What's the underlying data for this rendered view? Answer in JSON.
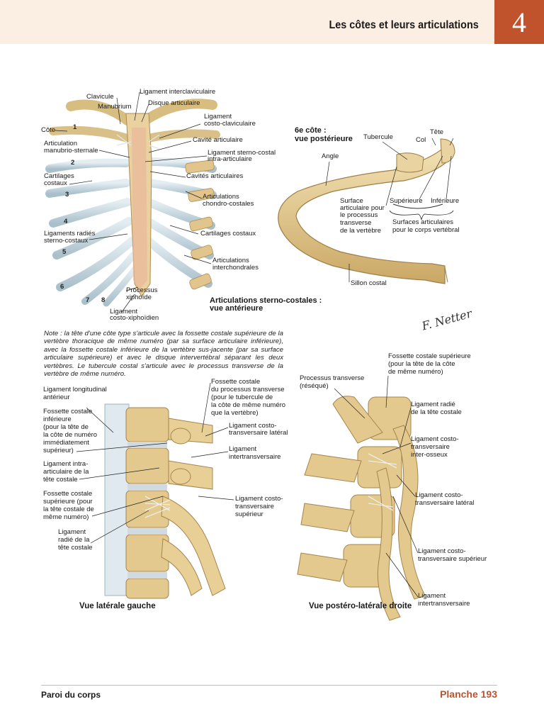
{
  "header": {
    "title": "Les côtes et leurs articulations",
    "chapter": "4"
  },
  "colors": {
    "accent": "#c0532b",
    "header_band": "#fbeee3",
    "bone": "#e7cf98",
    "cartilage": "#c6d7df",
    "ligament": "#eef2f4"
  },
  "figure_top_left": {
    "subtitle_l1": "Articulations sterno-costales :",
    "subtitle_l2": "vue antérieure",
    "labels": {
      "lig_interclav": "Ligament interclaviculaire",
      "clavicule": "Clavicule",
      "manubrium": "Manubrium",
      "disque": "Disque articulaire",
      "costo_clav_l1": "Ligament",
      "costo_clav_l2": "costo-claviculaire",
      "cote": "Côte",
      "art_manub_l1": "Articulation",
      "art_manub_l2": "manubrio-sternale",
      "cavite": "Cavité articulaire",
      "lig_intra_l1": "Ligament sterno-costal",
      "lig_intra_l2": "intra-articulaire",
      "cart_costaux_l1": "Cartilages",
      "cart_costaux_l2": "costaux",
      "cavites": "Cavités articulaires",
      "art_chondro_l1": "Articulations",
      "art_chondro_l2": "chondro-costales",
      "lig_radies_l1": "Ligaments radiés",
      "lig_radies_l2": "sterno-costaux",
      "cart_costaux2": "Cartilages costaux",
      "art_interchon_l1": "Articulations",
      "art_interchon_l2": "interchondrales",
      "proc_xiph_l1": "Processus",
      "proc_xiph_l2": "xiphoïde",
      "lig_costoxiph_l1": "Ligament",
      "lig_costoxiph_l2": "costo-xiphoïdien"
    },
    "rib_numbers": [
      "1",
      "2",
      "3",
      "4",
      "5",
      "6",
      "7",
      "8"
    ]
  },
  "figure_top_right": {
    "title_l1": "6e côte :",
    "title_l2": "vue postérieure",
    "labels": {
      "tubercule": "Tubercule",
      "tete": "Tête",
      "col": "Col",
      "angle": "Angle",
      "surface_l1": "Surface",
      "surface_l2": "articulaire pour",
      "surface_l3": "le processus",
      "surface_l4": "transverse",
      "surface_l5": "de la vertèbre",
      "superieure": "Supérieure",
      "inferieure": "Inférieure",
      "surf_corps_l1": "Surfaces articulaires",
      "surf_corps_l2": "pour le corps vertébral",
      "sillon": "Sillon costal"
    }
  },
  "note": "Note : la tête d'une côte type s'articule avec la fossette costale supérieure de la vertèbre thoracique de même numéro (par sa surface articulaire inférieure), avec la fossette costale inférieure de la vertèbre sus-jacente (par sa surface articulaire supérieure) et avec le disque intervertébral séparant les deux vertèbres. Le tubercule costal s'articule avec le processus transverse de la vertèbre de même numéro.",
  "figure_bottom_left": {
    "caption": "Vue latérale gauche",
    "labels": {
      "lig_long_l1": "Ligament longitudinal",
      "lig_long_l2": "antérieur",
      "fos_inf_l1": "Fossette costale",
      "fos_inf_l2": "inférieure",
      "fos_inf_l3": "(pour la tête de",
      "fos_inf_l4": "la côte de numéro",
      "fos_inf_l5": "immédiatement",
      "fos_inf_l6": "supérieur)",
      "lig_intra_l1": "Ligament intra-",
      "lig_intra_l2": "articulaire de la",
      "lig_intra_l3": "tête costale",
      "fos_sup_l1": "Fossette costale",
      "fos_sup_l2": "supérieure (pour",
      "fos_sup_l3": "la tête costale de",
      "fos_sup_l4": "même numéro)",
      "lig_radie_l1": "Ligament",
      "lig_radie_l2": "radié de la",
      "lig_radie_l3": "tête costale",
      "fos_pt_l1": "Fossette costale",
      "fos_pt_l2": "du processus transverse",
      "fos_pt_l3": "(pour le tubercule de",
      "fos_pt_l4": "la côte de même numéro",
      "fos_pt_l5": "que la vertèbre)",
      "lig_ctl_l1": "Ligament costo-",
      "lig_ctl_l2": "transversaire latéral",
      "lig_it_l1": "Ligament",
      "lig_it_l2": "intertransversaire",
      "lig_cts_l1": "Ligament costo-",
      "lig_cts_l2": "transversaire",
      "lig_cts_l3": "supérieur"
    }
  },
  "figure_bottom_right": {
    "caption": "Vue postéro-latérale droite",
    "labels": {
      "proc_tr_l1": "Processus transverse",
      "proc_tr_l2": "(réséqué)",
      "fos_sup_l1": "Fossette costale supérieure",
      "fos_sup_l2": "(pour la tête de la côte",
      "fos_sup_l3": "de même numéro)",
      "lig_radie_l1": "Ligament radié",
      "lig_radie_l2": "de la tête costale",
      "lig_cti_l1": "Ligament costo-",
      "lig_cti_l2": "transversaire",
      "lig_cti_l3": "inter-osseux",
      "lig_ctl_l1": "Ligament costo-",
      "lig_ctl_l2": "transversaire latéral",
      "lig_cts_l1": "Ligament costo-",
      "lig_cts_l2": "transversaire supérieur",
      "lig_it_l1": "Ligament",
      "lig_it_l2": "intertransversaire"
    }
  },
  "footer": {
    "left": "Paroi du corps",
    "right": "Planche 193"
  }
}
